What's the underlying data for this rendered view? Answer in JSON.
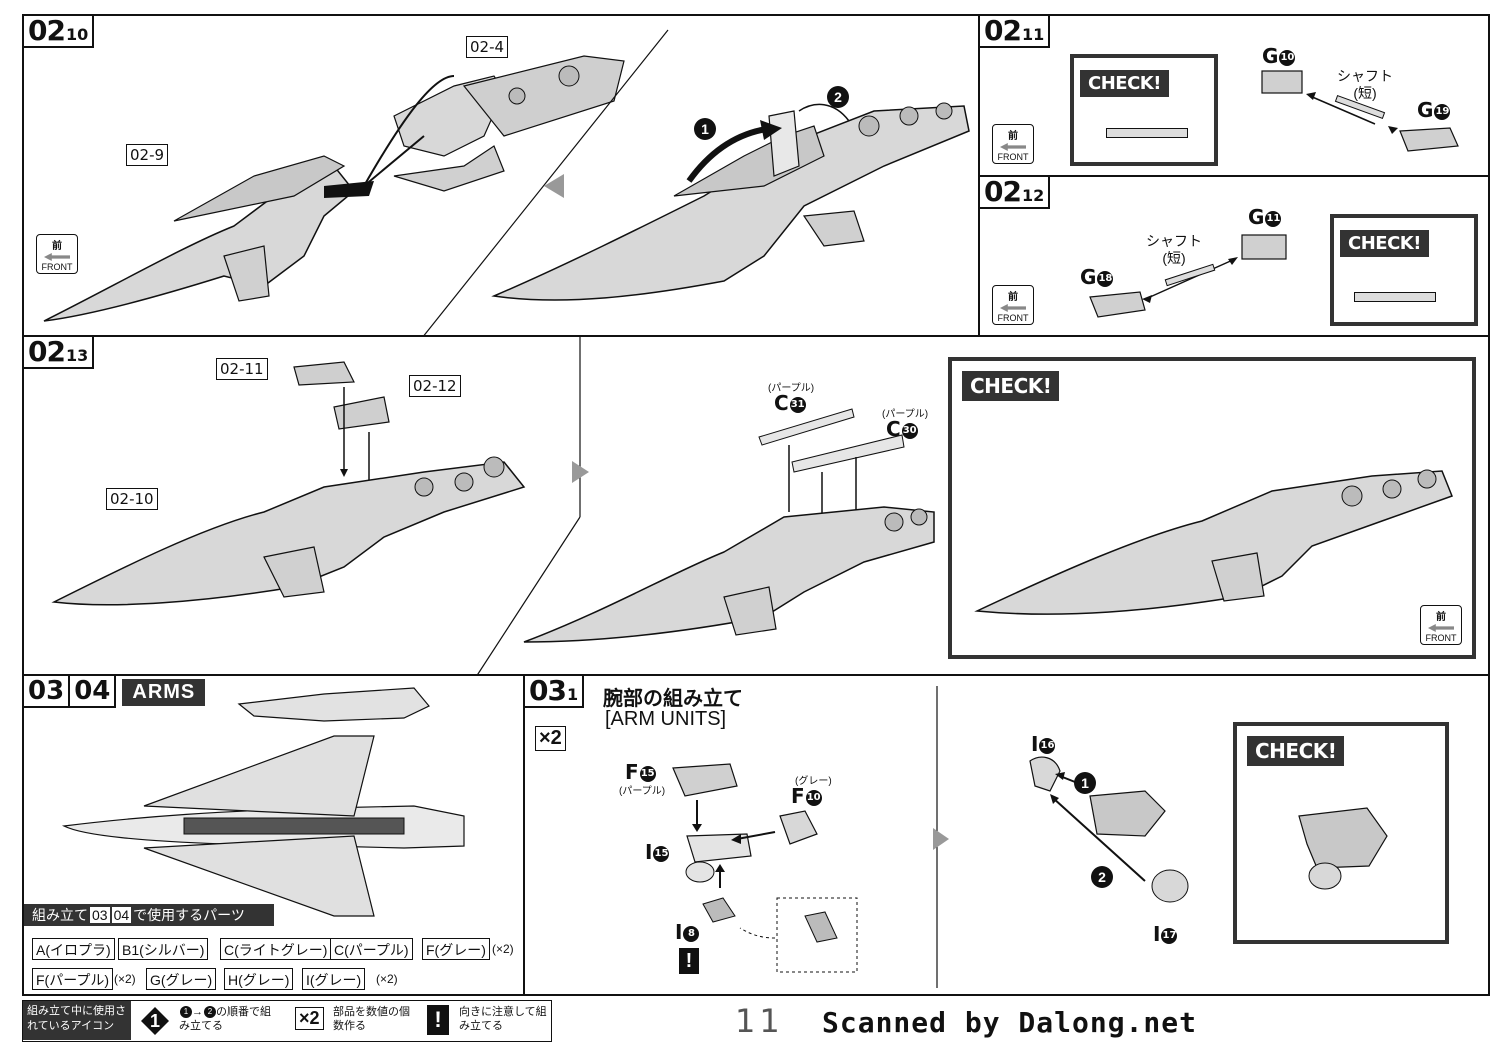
{
  "steps": {
    "s0210": {
      "big": "02",
      "small": "10"
    },
    "s0211": {
      "big": "02",
      "small": "11"
    },
    "s0212": {
      "big": "02",
      "small": "12"
    },
    "s0213": {
      "big": "02",
      "small": "13"
    },
    "s0304": {
      "a": "03",
      "b": "04",
      "title": "ARMS"
    },
    "s0301": {
      "big": "03",
      "small": "1",
      "title_jp": "腕部の組み立て",
      "title_en": "[ARM UNITS]"
    }
  },
  "refs": {
    "r024": "02-4",
    "r029": "02-9",
    "r0211": "02-11",
    "r0212": "02-12",
    "r0210": "02-10"
  },
  "front": {
    "kanji": "前",
    "label": "FRONT"
  },
  "check": "CHECK!",
  "parts": {
    "g10": {
      "letter": "G",
      "num": "10"
    },
    "g19": {
      "letter": "G",
      "num": "19"
    },
    "g11": {
      "letter": "G",
      "num": "11"
    },
    "g18": {
      "letter": "G",
      "num": "18"
    },
    "shaft_jp": "シャフト",
    "shaft_sub": "(短)",
    "c31": {
      "letter": "C",
      "num": "31",
      "note": "(パープル)"
    },
    "c30": {
      "letter": "C",
      "num": "30",
      "note": "(パープル)"
    },
    "f15": {
      "letter": "F",
      "num": "15",
      "note": "(パープル)"
    },
    "f10": {
      "letter": "F",
      "num": "10",
      "note": "(グレー)"
    },
    "i15": {
      "letter": "I",
      "num": "15"
    },
    "i8": {
      "letter": "I",
      "num": "8"
    },
    "i16": {
      "letter": "I",
      "num": "16"
    },
    "i17": {
      "letter": "I",
      "num": "17"
    }
  },
  "multiplier": "×2",
  "step_numbers": [
    "1",
    "2"
  ],
  "parts_used": {
    "heading_pre": "組み立て",
    "heading_a": "03",
    "heading_b": "04",
    "heading_post": "で使用するパーツ",
    "row1": [
      "A(イロプラ)",
      "B1(シルバー)",
      "C(ライトグレー)",
      "C(パープル)",
      "F(グレー)"
    ],
    "row1_mult": "(×2)",
    "row2": [
      "F(パープル)",
      "G(グレー)",
      "H(グレー)",
      "I(グレー)"
    ],
    "row2_mult_a": "(×2)",
    "row2_mult_b": "(×2)"
  },
  "legend": {
    "title": "組み立て中に使用されているアイコン",
    "order_text": "の順番で組み立てる",
    "order_from": "1",
    "order_to": "2",
    "times_label": "×2",
    "times_text": "部品を数値の個数作る",
    "warn_text": "向きに注意して組み立てる"
  },
  "page_number": "11",
  "watermark": "Scanned by Dalong.net",
  "colors": {
    "ink": "#111111",
    "shade": "#cfcfcf",
    "check_frame": "#333333"
  }
}
